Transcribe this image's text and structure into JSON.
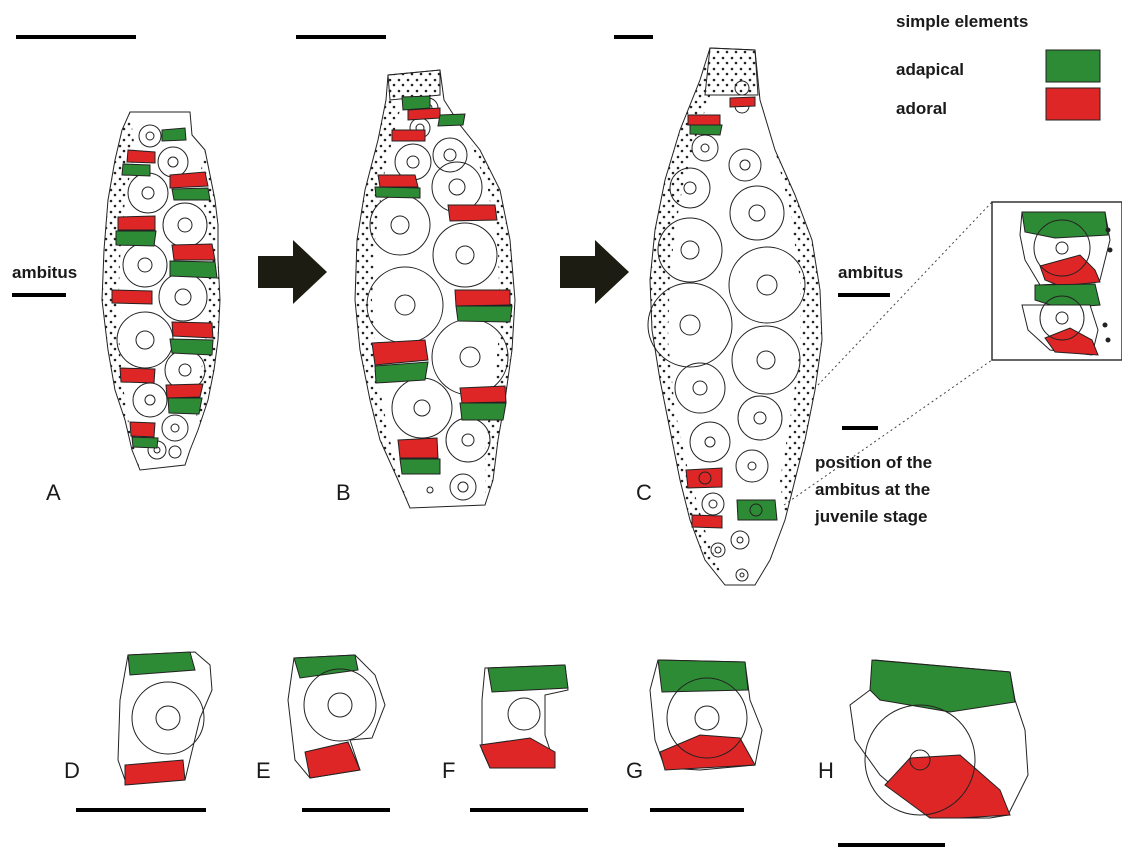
{
  "legend": {
    "title": "simple elements",
    "items": [
      {
        "label": "adapical",
        "color": "#2e8b35"
      },
      {
        "label": "adoral",
        "color": "#df2626"
      }
    ]
  },
  "annotations": {
    "ambitus_left": "ambitus",
    "ambitus_right": "ambitus",
    "juvenile_note": [
      "position of the",
      "ambitus at the",
      "juvenile stage"
    ]
  },
  "panels": [
    "A",
    "B",
    "C",
    "D",
    "E",
    "F",
    "G",
    "H"
  ],
  "colors": {
    "adapical": "#2e8b35",
    "adoral": "#df2626",
    "outline": "#222222",
    "arrow": "#1c1c12"
  }
}
